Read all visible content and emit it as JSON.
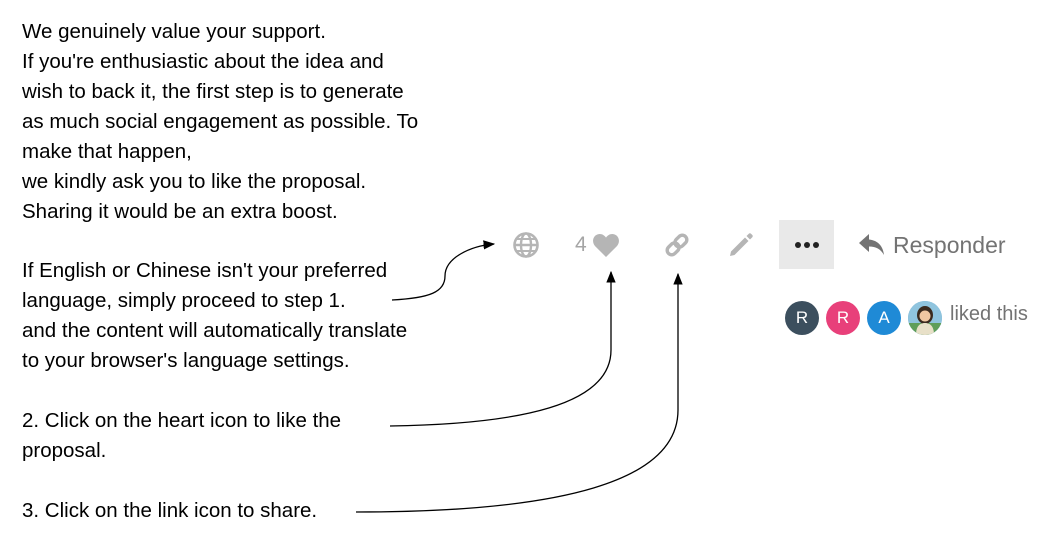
{
  "instructions": {
    "intro": "We genuinely value your support.\nIf you're enthusiastic about the idea and\nwish to back it, the first step is to generate\nas much social engagement as possible. To\nmake that happen,\nwe kindly ask you to like the proposal.\nSharing it would be an extra boost.",
    "step1": "If English or Chinese isn't your preferred\nlanguage, simply proceed to step 1.\nand the content will automatically translate\nto your browser's language settings.",
    "step2": "2. Click on the heart icon to like the\nproposal.",
    "step3": "3. Click on the link icon to share."
  },
  "toolbar": {
    "like_count": "4",
    "reply_label": "Responder",
    "icons": [
      "globe-icon",
      "heart-icon",
      "link-icon",
      "pencil-icon",
      "ellipsis-icon",
      "reply-arrow-icon"
    ]
  },
  "likes": {
    "avatars": [
      {
        "initial": "R",
        "color": "#3c4f5e"
      },
      {
        "initial": "R",
        "color": "#e8407a"
      },
      {
        "initial": "A",
        "color": "#1f8ad6"
      },
      {
        "initial": "",
        "color": "#6fa8c8"
      }
    ],
    "label": "liked this"
  },
  "colors": {
    "icon_gray": "#b5b5b5",
    "text_gray": "#737373",
    "more_bg": "#e9e9e9"
  }
}
